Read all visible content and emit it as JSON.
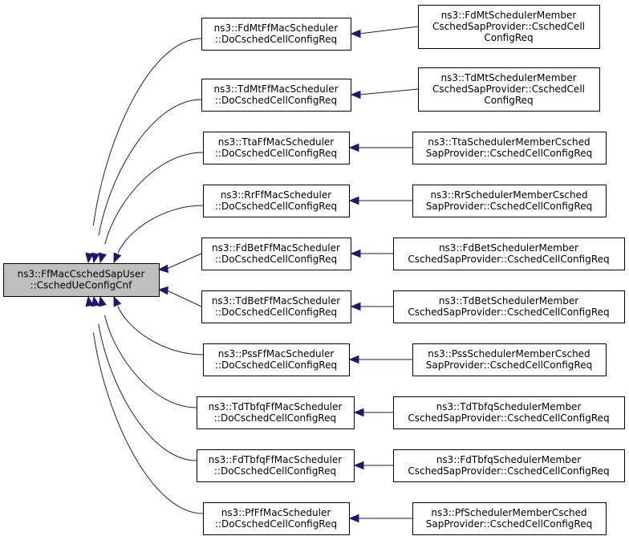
{
  "root": {
    "lines": [
      "ns3::FfMacCschedSapUser",
      "::CschedUeConfigCnf"
    ]
  },
  "callers": [
    {
      "lines": [
        "ns3::FdMtFfMacScheduler",
        "::DoCschedCellConfigReq"
      ],
      "caller": {
        "lines": [
          "ns3::FdMtSchedulerMember",
          "CschedSapProvider::CschedCell",
          "ConfigReq"
        ]
      }
    },
    {
      "lines": [
        "ns3::TdMtFfMacScheduler",
        "::DoCschedCellConfigReq"
      ],
      "caller": {
        "lines": [
          "ns3::TdMtSchedulerMember",
          "CschedSapProvider::CschedCell",
          "ConfigReq"
        ]
      }
    },
    {
      "lines": [
        "ns3::TtaFfMacScheduler",
        "::DoCschedCellConfigReq"
      ],
      "caller": {
        "lines": [
          "ns3::TtaSchedulerMemberCsched",
          "SapProvider::CschedCellConfigReq"
        ]
      }
    },
    {
      "lines": [
        "ns3::RrFfMacScheduler",
        "::DoCschedCellConfigReq"
      ],
      "caller": {
        "lines": [
          "ns3::RrSchedulerMemberCsched",
          "SapProvider::CschedCellConfigReq"
        ]
      }
    },
    {
      "lines": [
        "ns3::FdBetFfMacScheduler",
        "::DoCschedCellConfigReq"
      ],
      "caller": {
        "lines": [
          "ns3::FdBetSchedulerMember",
          "CschedSapProvider::CschedCellConfigReq"
        ]
      }
    },
    {
      "lines": [
        "ns3::TdBetFfMacScheduler",
        "::DoCschedCellConfigReq"
      ],
      "caller": {
        "lines": [
          "ns3::TdBetSchedulerMember",
          "CschedSapProvider::CschedCellConfigReq"
        ]
      }
    },
    {
      "lines": [
        "ns3::PssFfMacScheduler",
        "::DoCschedCellConfigReq"
      ],
      "caller": {
        "lines": [
          "ns3::PssSchedulerMemberCsched",
          "SapProvider::CschedCellConfigReq"
        ]
      }
    },
    {
      "lines": [
        "ns3::TdTbfqFfMacScheduler",
        "::DoCschedCellConfigReq"
      ],
      "caller": {
        "lines": [
          "ns3::TdTbfqSchedulerMember",
          "CschedSapProvider::CschedCellConfigReq"
        ]
      }
    },
    {
      "lines": [
        "ns3::FdTbfqFfMacScheduler",
        "::DoCschedCellConfigReq"
      ],
      "caller": {
        "lines": [
          "ns3::FdTbfqSchedulerMember",
          "CschedSapProvider::CschedCellConfigReq"
        ]
      }
    },
    {
      "lines": [
        "ns3::PfFfMacScheduler",
        "::DoCschedCellConfigReq"
      ],
      "caller": {
        "lines": [
          "ns3::PfSchedulerMemberCsched",
          "SapProvider::CschedCellConfigReq"
        ]
      }
    }
  ],
  "colors": {
    "edge": "#191970",
    "root_fill": "#bfbfbf",
    "node_fill": "#ffffff",
    "node_border": "#000000"
  }
}
